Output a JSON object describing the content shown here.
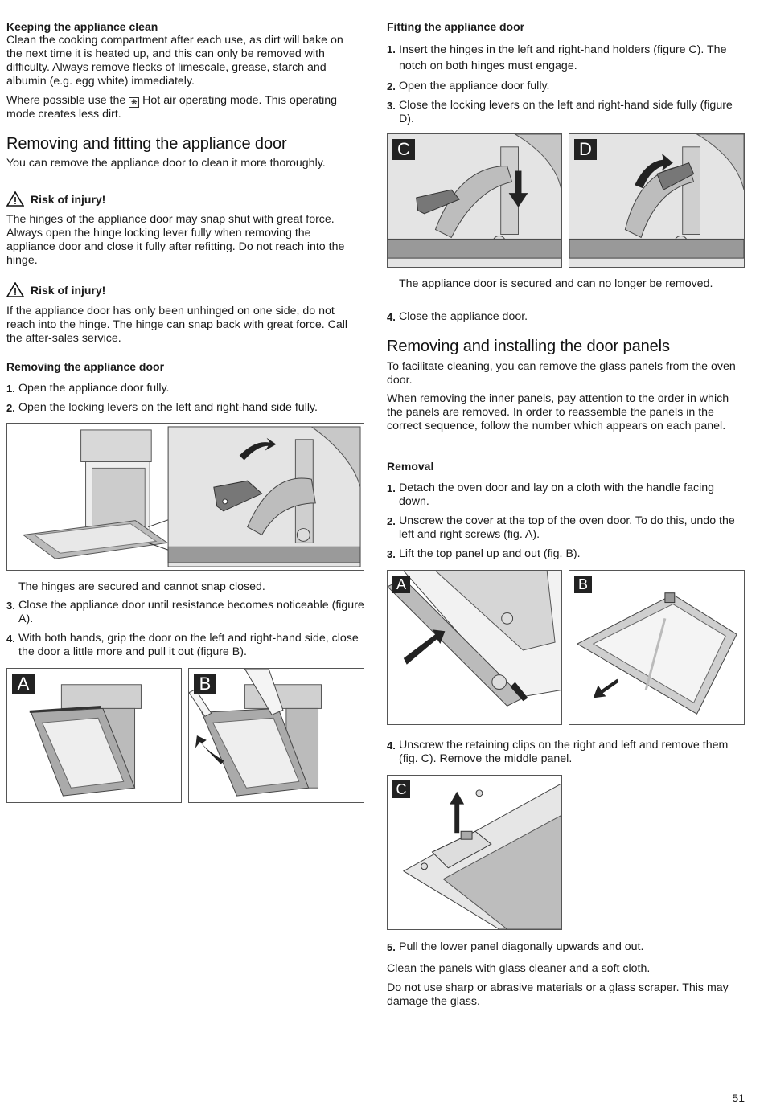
{
  "left": {
    "keeping_heading": "Keeping the appliance clean",
    "keeping_p1": "Clean the cooking compartment after each use, as dirt will bake on the next time it is heated up, and this can only be removed with difficulty. Always remove flecks of limescale, grease, starch and albumin (e.g. egg white) immediately.",
    "keeping_p2a": "Where possible use the",
    "keeping_p2b": "Hot air operating mode. This operating mode creates less dirt.",
    "section_heading": "Removing and fitting the appliance door",
    "section_intro": "You can remove the appliance door to clean it more thoroughly.",
    "warn1_label": "Risk of injury!",
    "warn1_text": "The hinges of the appliance door may snap shut with great force. Always open the hinge locking lever fully when removing the appliance door and close it fully after refitting. Do not reach into the hinge.",
    "warn2_label": "Risk of injury!",
    "warn2_text": "If the appliance door has only been unhinged on one side, do not reach into the hinge. The hinge can snap back with great force. Call the after-sales service.",
    "removing_heading": "Removing the appliance door",
    "steps_a": [
      {
        "n": "1.",
        "text": "Open the appliance door fully."
      },
      {
        "n": "2.",
        "text": "Open the locking levers on the left and right-hand side fully."
      }
    ],
    "after_fig": "The hinges are secured and cannot snap closed.",
    "steps_b": [
      {
        "n": "3.",
        "text": "Close the appliance door until resistance becomes noticeable (figure A)."
      },
      {
        "n": "4.",
        "text": "With both hands, grip the door on the left and right-hand side, close the door a little more and pull it out (figure B)."
      }
    ],
    "fig_a_label": "A",
    "fig_b_label": "B"
  },
  "right": {
    "fitting_heading": "Fitting the appliance door",
    "steps_a": [
      {
        "n": "1.",
        "text": "Insert the hinges in the left and right-hand holders (figure C). The notch on both hinges must engage."
      },
      {
        "n": "2.",
        "text": "Open the appliance door fully."
      },
      {
        "n": "3.",
        "text": "Close the locking levers on the left and right-hand side fully (figure D)."
      }
    ],
    "fig_c_label": "C",
    "fig_d_label": "D",
    "after_fig": "The appliance door is secured and can no longer be removed.",
    "step4": {
      "n": "4.",
      "text": "Close the appliance door."
    },
    "panels_heading": "Removing and installing the door panels",
    "panels_p1": "To facilitate cleaning, you can remove the glass panels from the oven door.",
    "panels_p2": "When removing the inner panels, pay attention to the order in which the panels are removed. In order to reassemble the panels in the correct sequence, follow the number which appears on each panel.",
    "removal_heading": "Removal",
    "removal_steps": [
      {
        "n": "1.",
        "text": "Detach the oven door and lay on a cloth with the handle facing down."
      },
      {
        "n": "2.",
        "text": "Unscrew the cover at the top of the oven door. To do this, undo the left and right screws (fig. A)."
      },
      {
        "n": "3.",
        "text": "Lift the top panel up and out (fig. B)."
      }
    ],
    "fig2_a_label": "A",
    "fig2_b_label": "B",
    "step_4": {
      "n": "4.",
      "text": "Unscrew the retaining clips on the right and left and remove them (fig. C). Remove the middle panel."
    },
    "fig2_c_label": "C",
    "step_5": {
      "n": "5.",
      "text": "Pull the lower panel diagonally upwards and out."
    },
    "clean_p": "Clean the panels with glass cleaner and a soft cloth.",
    "no_sharp_p": "Do not use sharp or abrasive materials or a glass scraper. This may damage the glass."
  },
  "page_number": "51"
}
